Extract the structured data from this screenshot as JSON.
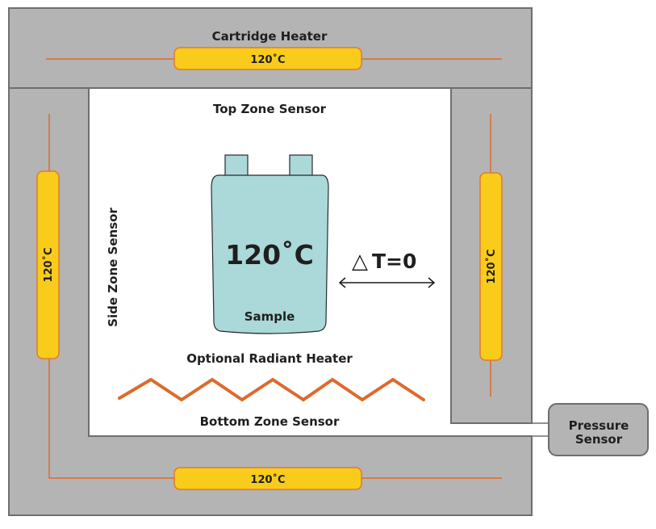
{
  "diagram": {
    "title": "Thermal chamber layout",
    "colors": {
      "frame_fill": "#b4b4b4",
      "frame_stroke": "#6e6e6e",
      "heater_fill": "#f9cc1c",
      "heater_stroke": "#e07b2e",
      "wire": "#e06a30",
      "sample_fill": "#abd8d8",
      "text": "#1f1f1f",
      "background": "#ffffff"
    },
    "labels": {
      "cartridge_heater": "Cartridge Heater",
      "top_zone_sensor": "Top Zone Sensor",
      "side_zone_sensor": "Side Zone Sensor",
      "bottom_zone_sensor": "Bottom Zone Sensor",
      "optional_radiant_heater": "Optional Radiant Heater",
      "pressure_sensor_line1": "Pressure",
      "pressure_sensor_line2": "Sensor",
      "sample_temperature": "120˚C",
      "sample_label": "Sample",
      "delta_symbol": "△",
      "delta_t": "T=0"
    },
    "heaters": [
      {
        "id": "top",
        "temperature": "120˚C"
      },
      {
        "id": "left",
        "temperature": "120˚C"
      },
      {
        "id": "right",
        "temperature": "120˚C"
      },
      {
        "id": "bottom",
        "temperature": "120˚C"
      }
    ]
  }
}
